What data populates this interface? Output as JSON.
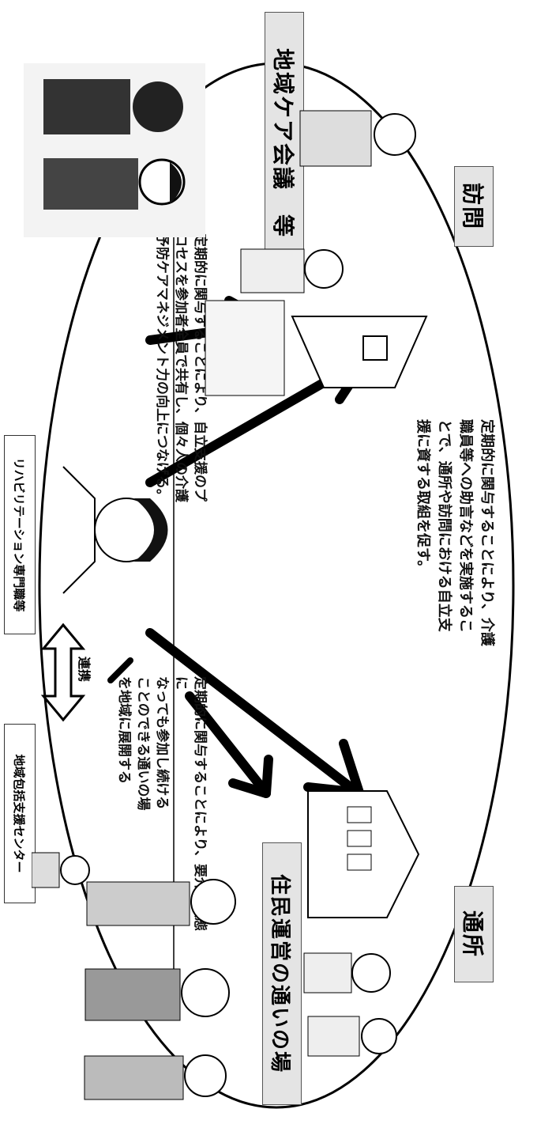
{
  "labels": {
    "conference": "地域ケア会議　等",
    "visit": "訪問",
    "dayservice": "通所",
    "community": "住民運営の通いの場"
  },
  "captions": {
    "conference": "定期的に関与することにより、自立支援のプ\nロセスを参加者全員で共有し、個々人の介護\n予防ケアマネジメント力の向上につなげる。",
    "services": "定期的に関与することにより、介護\n職員等への助言などを実施するこ\nとで、通所や訪問における自立支\n援に資する取組を促す。",
    "community": "定期的に関与することにより、要介護状態に\nなっても参加し続ける\nことのできる通いの場\nを地域に展開する"
  },
  "roles": {
    "rehab": "リハビリテーション専門職等",
    "center": "地域包括支援センター",
    "link": "連携"
  }
}
